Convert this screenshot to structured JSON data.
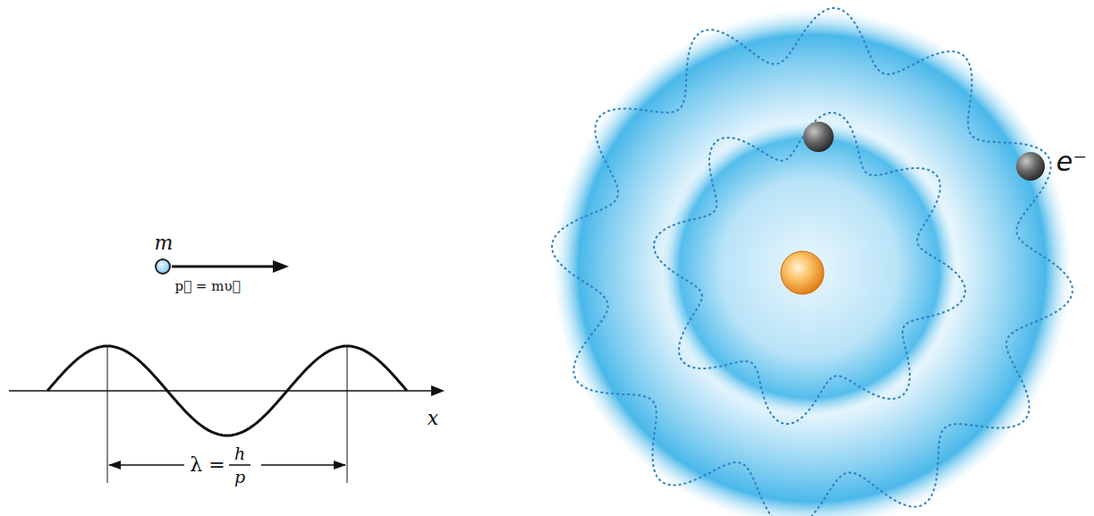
{
  "diagram": {
    "labels": [
      "m",
      "p⃗ = mυ⃗",
      "λ =",
      "h",
      "p",
      "x",
      "e⁻"
    ]
  }
}
